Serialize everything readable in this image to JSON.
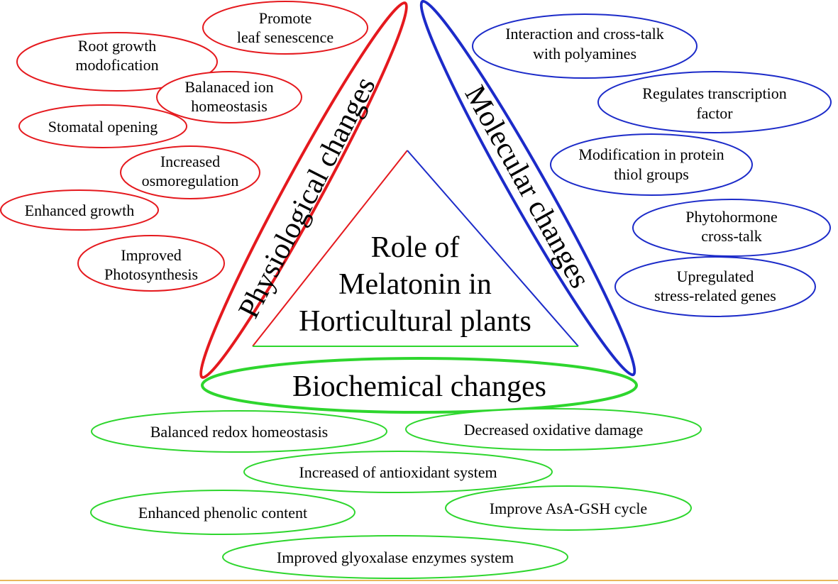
{
  "center": {
    "lines": [
      "Role of",
      "Melatonin in",
      "Horticultural plants"
    ]
  },
  "groups": {
    "physiological": {
      "title": "Physiological changes",
      "color": "#e5191e",
      "items": [
        [
          "Promote",
          "leaf senescence"
        ],
        [
          "Root growth",
          "modofication"
        ],
        [
          "Balanaced ion",
          "homeostasis"
        ],
        [
          "Stomatal opening"
        ],
        [
          "Increased",
          "osmoregulation"
        ],
        [
          "Enhanced growth"
        ],
        [
          "Improved",
          "Photosynthesis"
        ]
      ]
    },
    "molecular": {
      "title": "Molecular changes",
      "color": "#1c2bc9",
      "items": [
        [
          "Interaction and cross-talk",
          "with polyamines"
        ],
        [
          "Regulates transcription",
          "factor"
        ],
        [
          "Modification in protein",
          "thiol groups"
        ],
        [
          "Phytohormone",
          "cross-talk"
        ],
        [
          "Upregulated",
          "stress-related genes"
        ]
      ]
    },
    "biochemical": {
      "title": "Biochemical changes",
      "color": "#2ed62e",
      "items": [
        [
          "Balanced redox homeostasis"
        ],
        [
          "Decreased oxidative damage"
        ],
        [
          "Increased of antioxidant system"
        ],
        [
          "Enhanced phenolic content"
        ],
        [
          "Improve AsA-GSH cycle"
        ],
        [
          "Improved glyoxalase enzymes system"
        ]
      ]
    }
  },
  "colors": {
    "footer_line": "#e8b75c"
  }
}
